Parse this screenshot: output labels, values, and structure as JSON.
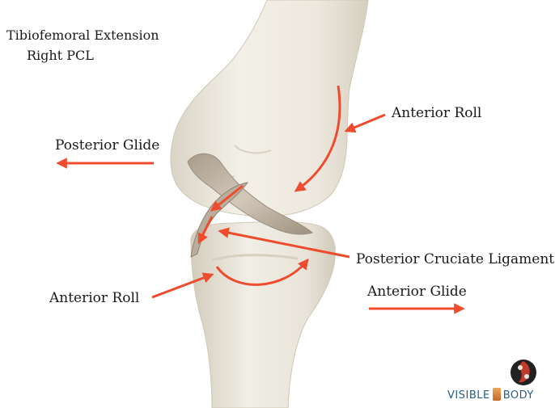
{
  "title": {
    "line1": "Tibiofemoral Extension",
    "line2": "Right PCL"
  },
  "labels": {
    "anterior_roll_top": "Anterior Roll",
    "posterior_glide": "Posterior Glide",
    "posterior_cruciate_ligament": "Posterior Cruciate Ligament",
    "anterior_glide": "Anterior Glide",
    "anterior_roll_bottom": "Anterior Roll"
  },
  "brand": {
    "word1": "VISIBLE",
    "word2": "BODY"
  },
  "colors": {
    "arrow": "#ef4b2d",
    "bone": "#efece3",
    "ligament": "#b6aa9a",
    "brand": "#2a5d86"
  }
}
